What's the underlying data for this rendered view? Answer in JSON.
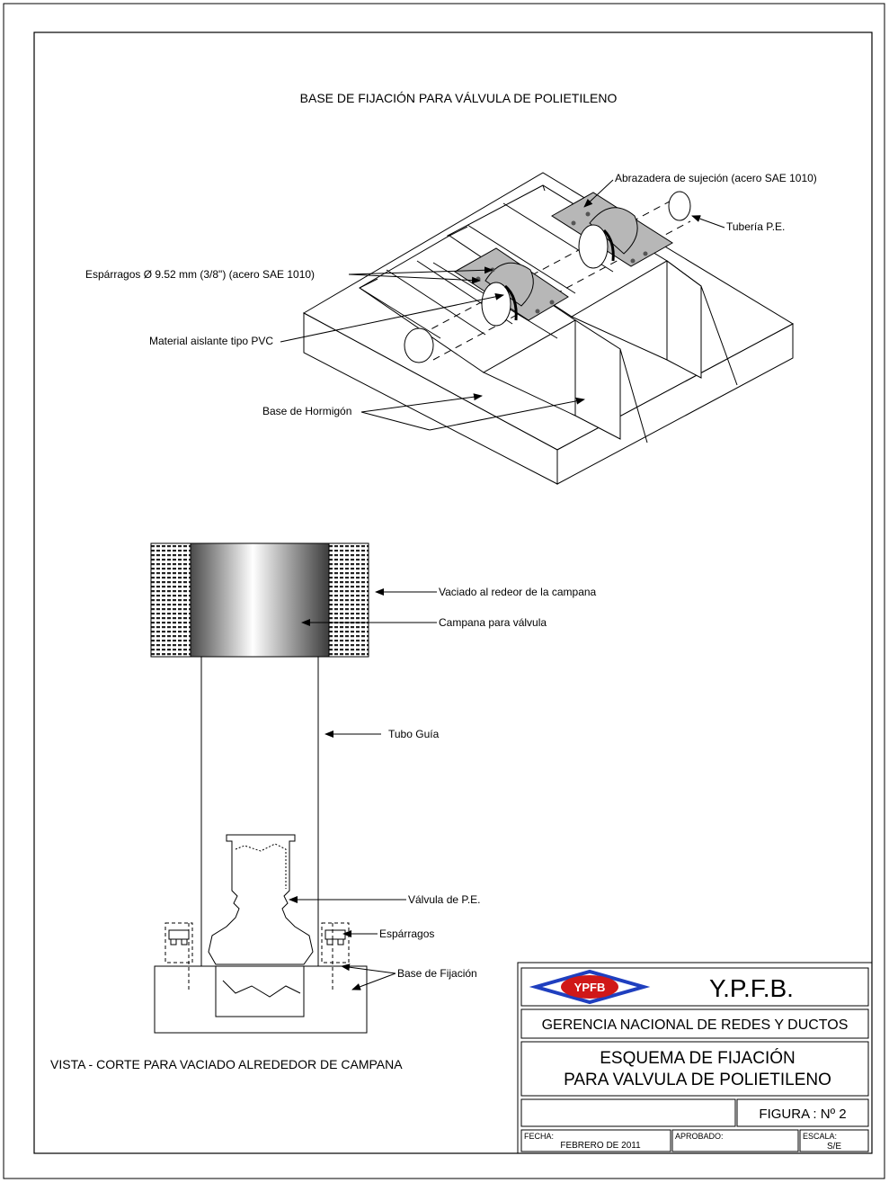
{
  "sheet": {
    "title": "BASE DE FIJACIÓN PARA VÁLVULA DE POLIETILENO",
    "section_caption": "VISTA - CORTE PARA VACIADO ALREDEDOR DE CAMPANA"
  },
  "iso_labels": {
    "abrazadera": "Abrazadera de sujeción (acero SAE 1010)",
    "tuberia": "Tubería P.E.",
    "esparragos": "Espárragos Ø 9.52 mm (3/8\") (acero SAE 1010)",
    "material": "Material aislante tipo PVC",
    "base": "Base de Hormigón"
  },
  "section_labels": {
    "vaciado": "Vaciado al redeor de la campana",
    "campana": "Campana para válvula",
    "tubo_guia": "Tubo Guía",
    "valvula": "Válvula de P.E.",
    "esparragos": "Espárragos",
    "base_fijacion": "Base de Fijación"
  },
  "title_block": {
    "logo_text": "YPFB",
    "company": "Y.P.F.B.",
    "gerencia": "GERENCIA NACIONAL DE REDES Y DUCTOS",
    "drawing_title_line1": "ESQUEMA DE FIJACIÓN",
    "drawing_title_line2": "PARA VALVULA DE POLIETILENO",
    "figure": "FIGURA : Nº 2",
    "fecha_label": "FECHA:",
    "fecha_value": "FEBRERO DE 2011",
    "aprobado_label": "APROBADO:",
    "escala_label": "ESCALA:",
    "escala_value": "S/E"
  },
  "colors": {
    "clamp_fill": "#b7b7b7",
    "logo_blue": "#1f3fbf",
    "logo_red": "#d01818"
  }
}
